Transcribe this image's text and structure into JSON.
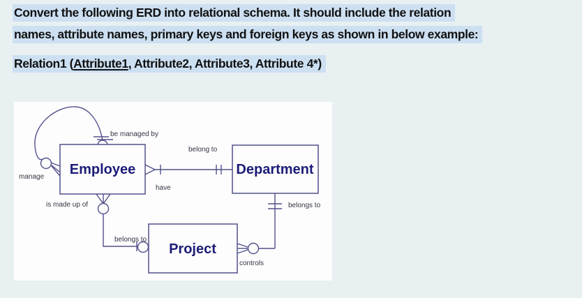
{
  "question": {
    "line1": "Convert the following ERD into relational schema. It should include the relation",
    "line2": "names, attribute names, primary keys and foreign keys as shown in below example:",
    "example": {
      "prefix": "Relation1 (",
      "underlined": "Attribute1",
      "suffix": ", Attribute2, Attribute3, Attribute 4*)"
    }
  },
  "diagram": {
    "entities": {
      "employee": "Employee",
      "department": "Department",
      "project": "Project"
    },
    "labels": {
      "be_managed_by": "be managed by",
      "manage": "manage",
      "belong_to": "belong to",
      "have": "have",
      "is_made_up_of": "is made up of",
      "belongs_to_project": "belongs to",
      "belongs_to_department": "belongs to",
      "controls": "controls"
    }
  },
  "colors": {
    "page_background": "#e8f0f2",
    "text_highlight": "#cde0f2",
    "question_text": "#111111",
    "diagram_line": "#51518c",
    "entity_text": "#1c1c78",
    "label_text": "#333344",
    "panel_background": "#fdfdfd"
  }
}
